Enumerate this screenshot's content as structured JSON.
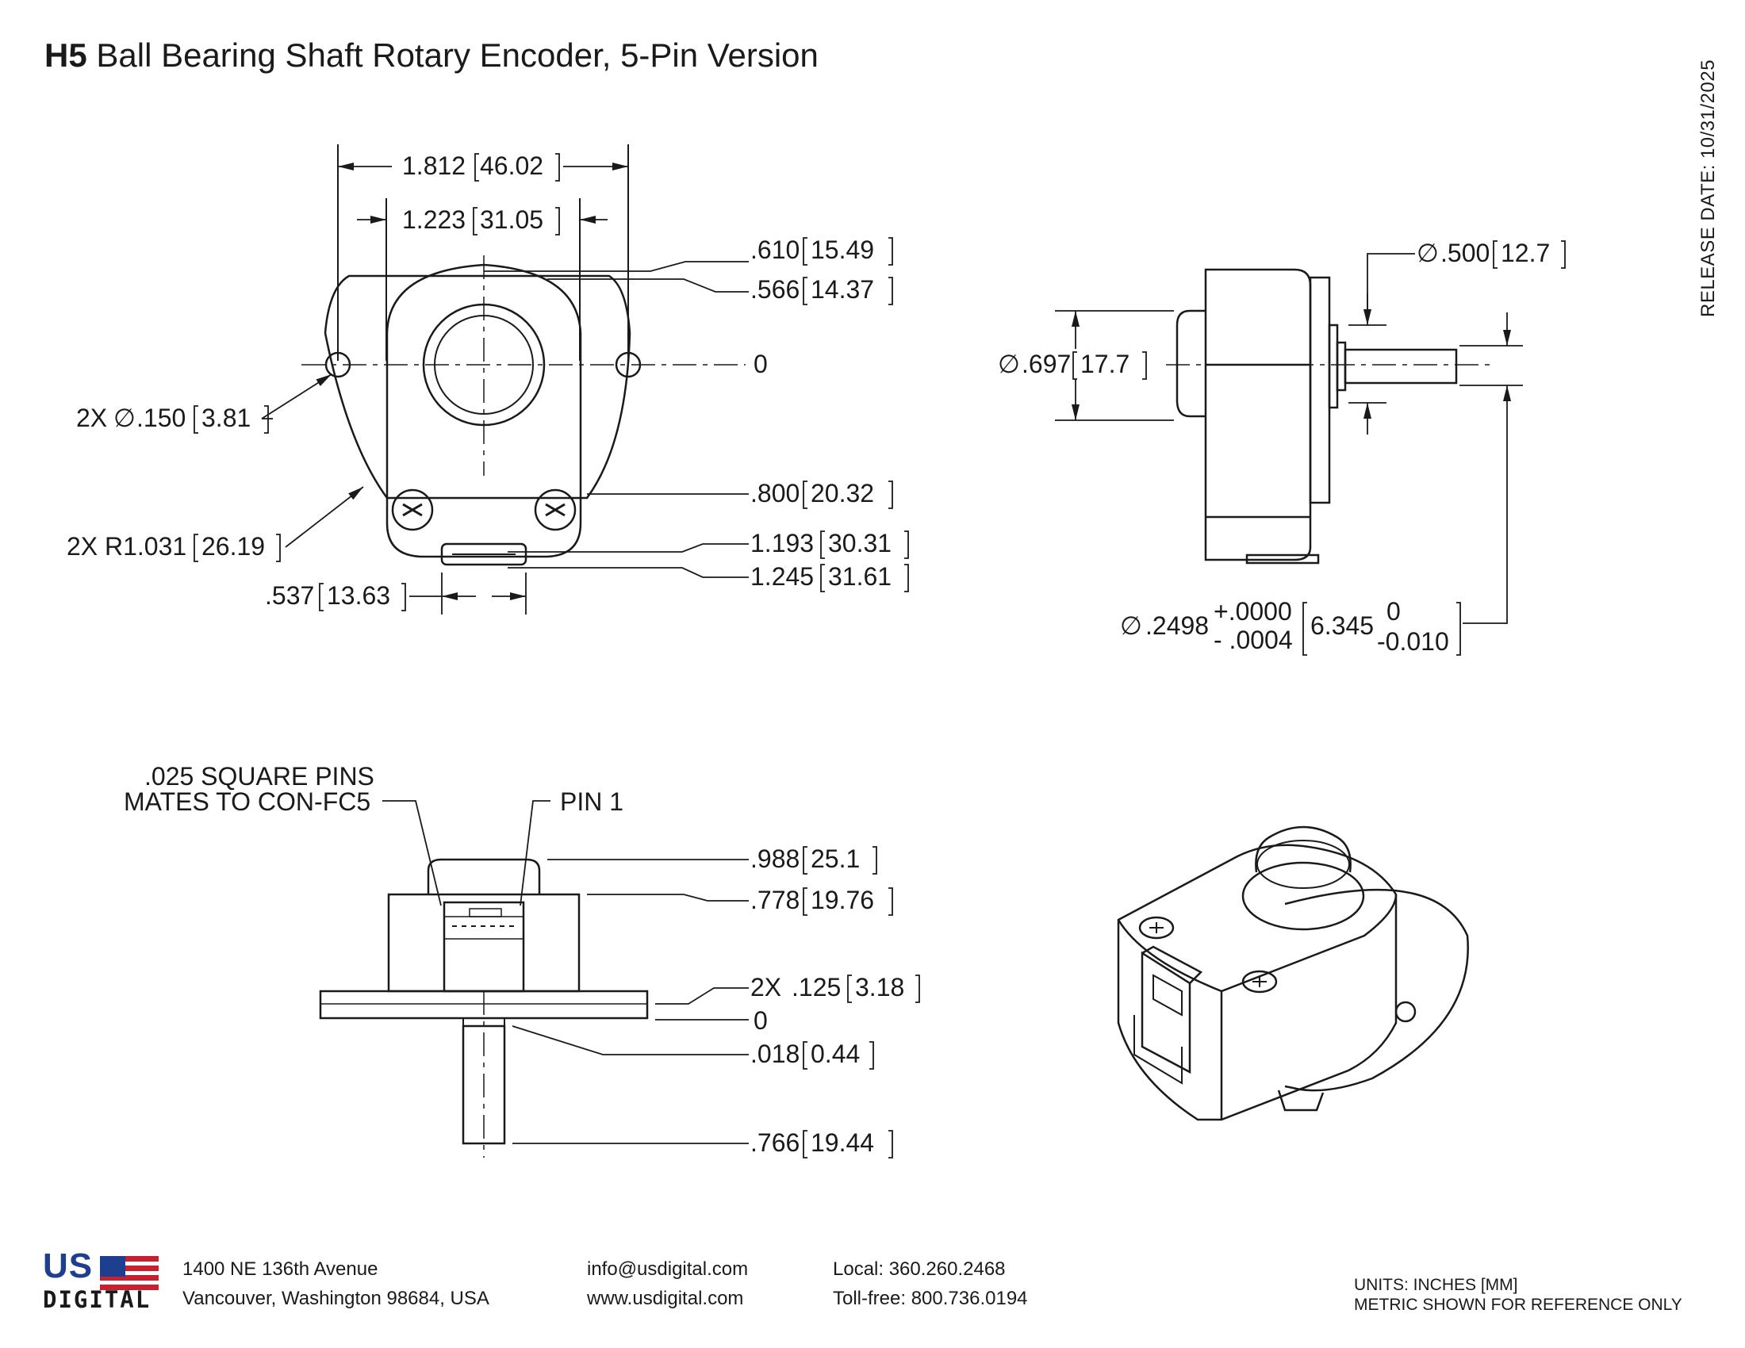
{
  "title": {
    "bold": "H5",
    "rest": " Ball Bearing Shaft Rotary Encoder, 5-Pin Version"
  },
  "release_date": "RELEASE DATE: 10/31/2025",
  "front_view": {
    "dim_width_outer": {
      "in": "1.812",
      "mm": "46.02"
    },
    "dim_width_inner": {
      "in": "1.223",
      "mm": "31.05"
    },
    "dim_610": {
      "in": ".610",
      "mm": "15.49"
    },
    "dim_566": {
      "in": ".566",
      "mm": "14.37"
    },
    "dim_zero": "0",
    "dim_hole": {
      "prefix": "2X",
      "sym": "∅",
      "in": ".150",
      "mm": "3.81"
    },
    "dim_800": {
      "in": ".800",
      "mm": "20.32"
    },
    "dim_radius": {
      "prefix": "2X",
      "in": "R1.031",
      "mm": "26.19"
    },
    "dim_1193": {
      "in": "1.193",
      "mm": "30.31"
    },
    "dim_1245": {
      "in": "1.245",
      "mm": "31.61"
    },
    "dim_537": {
      "in": ".537",
      "mm": "13.63"
    }
  },
  "side_view": {
    "dim_500": {
      "sym": "∅",
      "in": ".500",
      "mm": "12.7"
    },
    "dim_697": {
      "sym": "∅",
      "in": ".697",
      "mm": "17.7"
    },
    "dim_shaft": {
      "sym": "∅",
      "in": ".2498",
      "tol_plus": "+.0000",
      "tol_minus": "- .0004",
      "mm": "6.345",
      "mm_tol_upper": "0",
      "mm_tol_lower": "-0.010"
    }
  },
  "bottom_view": {
    "note_line1": ".025 SQUARE PINS",
    "note_line2": "MATES TO CON-FC5",
    "pin1": "PIN 1",
    "dim_988": {
      "in": ".988",
      "mm": "25.1"
    },
    "dim_778": {
      "in": ".778",
      "mm": "19.76"
    },
    "dim_125": {
      "prefix": "2X",
      "in": ".125",
      "mm": "3.18"
    },
    "dim_zero": "0",
    "dim_018": {
      "in": ".018",
      "mm": "0.44"
    },
    "dim_766": {
      "in": ".766",
      "mm": "19.44"
    }
  },
  "footer": {
    "logo_top": "US",
    "logo_bottom": "DIGITAL",
    "address1": "1400 NE 136th Avenue",
    "address2": "Vancouver, Washington 98684, USA",
    "email": "info@usdigital.com",
    "web": "www.usdigital.com",
    "local": "Local: 360.260.2468",
    "tollfree": "Toll-free: 800.736.0194",
    "units1": "UNITS: INCHES [MM]",
    "units2": "METRIC SHOWN FOR REFERENCE ONLY"
  },
  "colors": {
    "ink": "#1a1a1a",
    "flag_red": "#c8202f",
    "flag_blue": "#1e3f8f"
  }
}
